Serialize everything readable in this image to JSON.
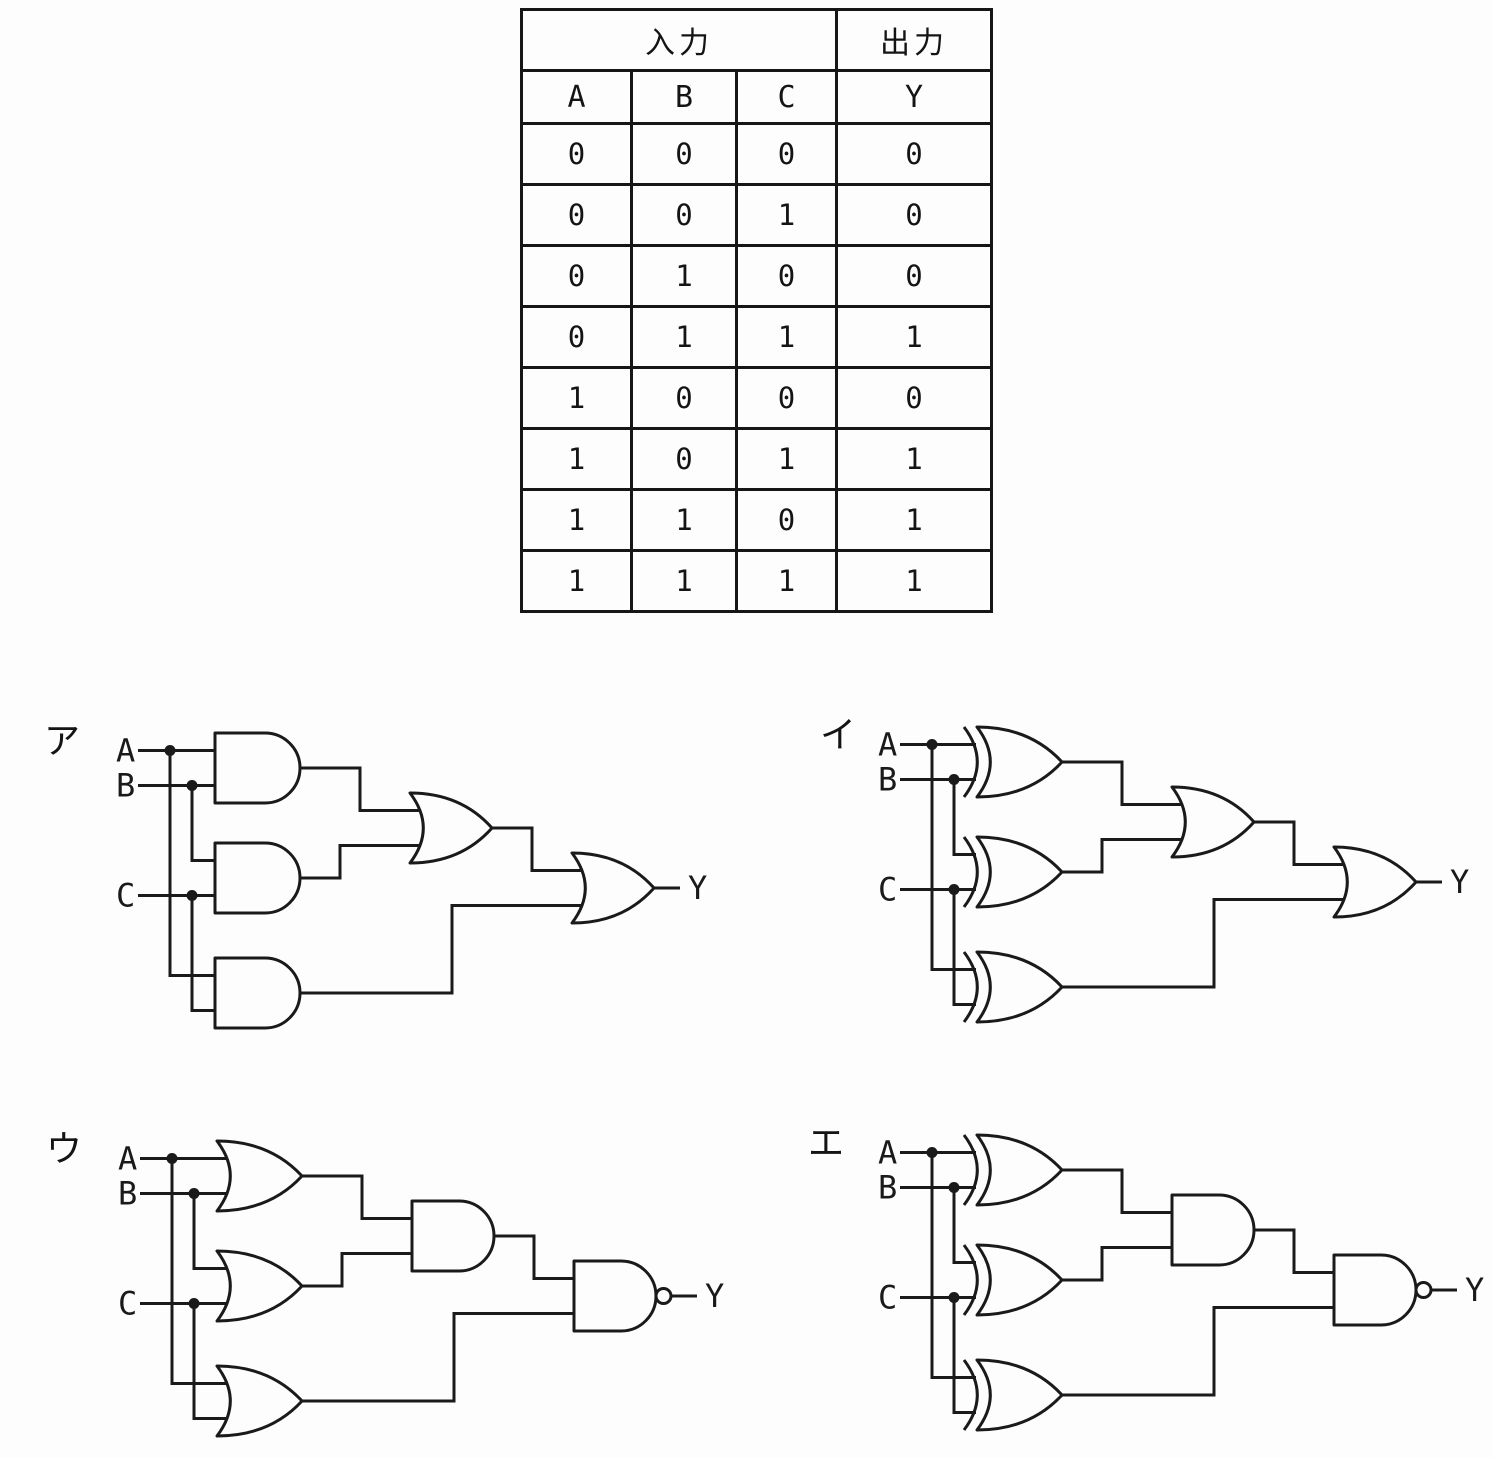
{
  "truth_table": {
    "input_header": "入力",
    "output_header": "出力",
    "columns": [
      "A",
      "B",
      "C",
      "Y"
    ],
    "rows": [
      [
        "0",
        "0",
        "0",
        "0"
      ],
      [
        "0",
        "0",
        "1",
        "0"
      ],
      [
        "0",
        "1",
        "0",
        "0"
      ],
      [
        "0",
        "1",
        "1",
        "1"
      ],
      [
        "1",
        "0",
        "0",
        "0"
      ],
      [
        "1",
        "0",
        "1",
        "1"
      ],
      [
        "1",
        "1",
        "0",
        "1"
      ],
      [
        "1",
        "1",
        "1",
        "1"
      ]
    ]
  },
  "circuits": [
    {
      "label": "ア",
      "inputs": [
        "A",
        "B",
        "C"
      ],
      "output": "Y",
      "stage1_gates": [
        "AND",
        "AND",
        "AND"
      ],
      "stage2_gate": "OR",
      "final_gate": "OR"
    },
    {
      "label": "イ",
      "inputs": [
        "A",
        "B",
        "C"
      ],
      "output": "Y",
      "stage1_gates": [
        "XOR",
        "XOR",
        "XOR"
      ],
      "stage2_gate": "OR",
      "final_gate": "OR"
    },
    {
      "label": "ウ",
      "inputs": [
        "A",
        "B",
        "C"
      ],
      "output": "Y",
      "stage1_gates": [
        "OR",
        "OR",
        "OR"
      ],
      "stage2_gate": "AND",
      "final_gate": "NAND"
    },
    {
      "label": "エ",
      "inputs": [
        "A",
        "B",
        "C"
      ],
      "output": "Y",
      "stage1_gates": [
        "XOR",
        "XOR",
        "XOR"
      ],
      "stage2_gate": "AND",
      "final_gate": "NAND"
    }
  ],
  "colors": {
    "ink": "#1a1a1a",
    "paper": "#fdfdfd"
  }
}
